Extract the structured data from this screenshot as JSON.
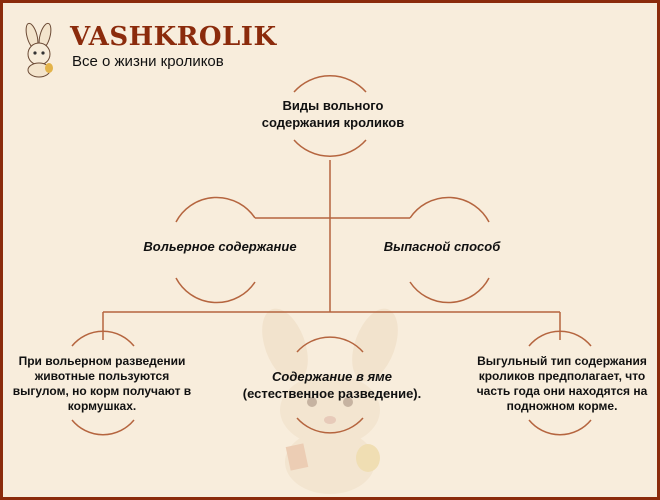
{
  "brand": {
    "name": "VASHKROLIK",
    "tagline": "Все о жизни кроликов"
  },
  "colors": {
    "accent": "#8b2b0c",
    "line": "#b5653f",
    "background": "#f8eddc"
  },
  "diagram": {
    "root": "Виды вольного содержания кроликов",
    "branches": {
      "left": "Вольерное содержание",
      "right": "Выпасной способ"
    },
    "leaves": {
      "left": "При вольерном разведении животные пользуются выгулом, но корм получают в кормушках.",
      "center_title": "Содержание в яме",
      "center_sub": "(естественное разведение).",
      "right": "Выгульный тип содержания кроликов предполагает, что часть года они находятся на подножном корме."
    }
  },
  "icons": {
    "logo": "rabbit-logo-icon",
    "watermark": "rabbit-watermark-icon"
  }
}
